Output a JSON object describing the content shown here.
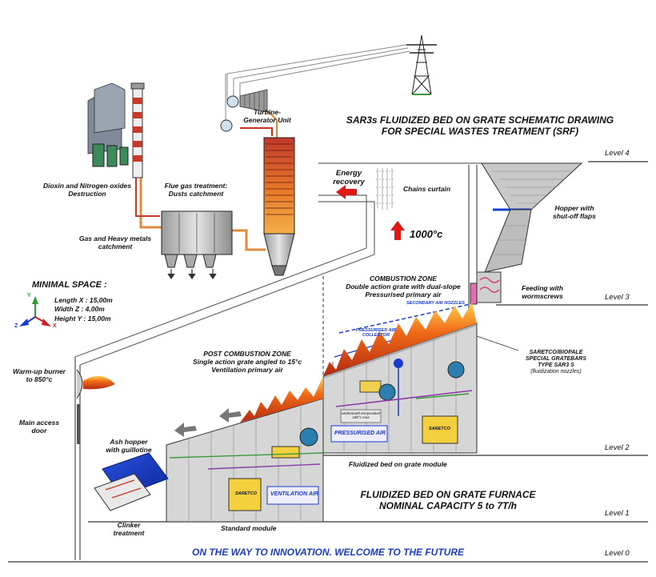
{
  "title": {
    "line1": "SAR3s FLUIDIZED BED ON GRATE SCHEMATIC DRAWING",
    "line2": "FOR SPECIAL WASTES TREATMENT (SRF)"
  },
  "furnace_title": {
    "line1": "FLUIDIZED BED ON GRATE FURNACE",
    "line2": "NOMINAL CAPACITY 5 to 7T/h"
  },
  "slogan": "ON THE WAY TO INNOVATION. WELCOME TO THE FUTURE",
  "levels": [
    "Level 4",
    "Level 3",
    "Level 2",
    "Level 1",
    "Level 0"
  ],
  "labels": {
    "dioxin": [
      "Dioxin and Nitrogen oxides",
      "Destruction"
    ],
    "flue_gas": [
      "Flue gas treatment:",
      "Dusts catchment"
    ],
    "gas_metals": [
      "Gas and Heavy metals",
      "catchment"
    ],
    "turbine": [
      "Turbine-",
      "Generator Unit"
    ],
    "energy": [
      "Energy",
      "recovery"
    ],
    "chains": "Chains curtain",
    "temperature": "1000°c",
    "hopper": [
      "Hopper with",
      "shut-off flaps"
    ],
    "feeding": [
      "Feeding with",
      "wormscrews"
    ],
    "combustion": [
      "COMBUSTION ZONE",
      "Double action grate with dual-slope",
      "Pressurised primary air"
    ],
    "secondary_air": "SECONDARY AIR NOZZLES",
    "pressurised_collector": [
      "PRESSURISED AIR",
      "COLLECTOR"
    ],
    "saretco_bars": [
      "SARETCO/BIOPALE",
      "SPECIAL GRATEBARS",
      "TYPE SAR3 S",
      "(fluidization nozzles)"
    ],
    "post_combustion": [
      "POST COMBUSTION ZONE",
      "Single action grate angled to 15°c",
      "Ventilation primary air"
    ],
    "warmup": [
      "Warm-up burner",
      "to 850°c"
    ],
    "main_door": [
      "Main access",
      "door"
    ],
    "ash_hopper": [
      "Ash hopper",
      "with guillotine"
    ],
    "clinker": [
      "Clinker",
      "treatment"
    ],
    "standard_module": "Standard module",
    "fluidized_module": "Fluidized bed on grate module",
    "pressurised_air": "PRESSURISED AIR",
    "ventilation_air": "VENTILATION AIR",
    "saretco": "SARETCO",
    "underneath_temp": [
      "Underneath temperature",
      "180°c max"
    ]
  },
  "minimal_space": {
    "heading": "MINIMAL SPACE :",
    "length": "Length X : 15,00m",
    "width": "Width Z : 4,00m",
    "height": "Height Y : 15,00m"
  },
  "axes": {
    "x": "X",
    "y": "Y",
    "z": "Z"
  },
  "colors": {
    "fire": "#e0541c",
    "pipe_red": "#c73a2a",
    "pipe_orange": "#e08a3c",
    "blue_accent": "#1a3ccc",
    "arrow_red": "#e01818",
    "machine_grey": "#cfcfcf"
  }
}
